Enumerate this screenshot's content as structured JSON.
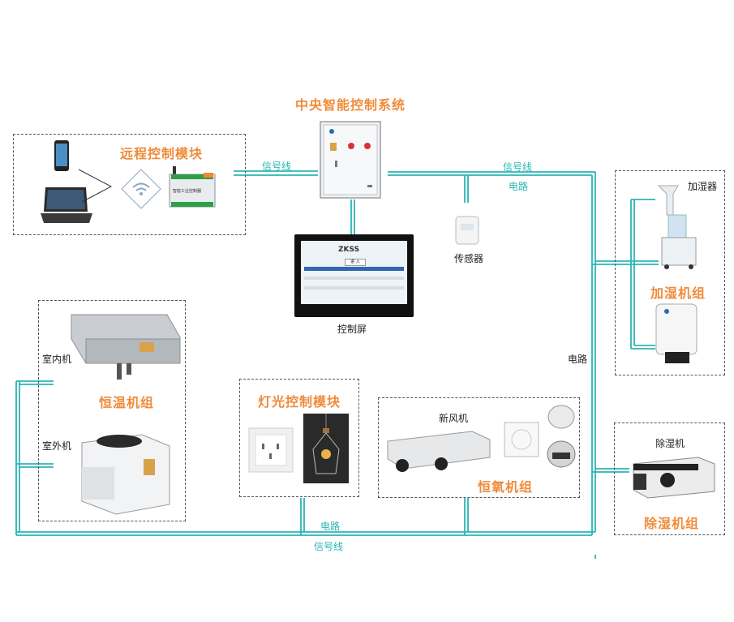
{
  "central": {
    "title": "中央智能控制系统"
  },
  "remote": {
    "title": "远程控制模块",
    "controller_text": "智能工业控制器"
  },
  "screen": {
    "brand": "ZKSS",
    "label": "控制屏",
    "panel_button": "进 入"
  },
  "sensor": {
    "label": "传感器"
  },
  "humidify": {
    "title": "加湿机组",
    "device_label": "加湿器"
  },
  "thermo": {
    "title": "恒温机组",
    "indoor_label": "室内机",
    "outdoor_label": "室外机"
  },
  "lighting": {
    "title": "灯光控制模块"
  },
  "oxygen": {
    "title": "恒氧机组",
    "fresh_air_label": "新风机"
  },
  "dehumid": {
    "title": "除湿机组",
    "device_label": "除湿机"
  },
  "wires": {
    "signal_left": "信号线",
    "signal_top": "信号线",
    "power_top": "电路",
    "power_right": "电路",
    "power_bottom": "电路",
    "signal_bottom": "信号线"
  },
  "colors": {
    "title_orange": "#ef8b3a",
    "wire_cyan": "#2bb5b5",
    "box_border": "#555555"
  }
}
